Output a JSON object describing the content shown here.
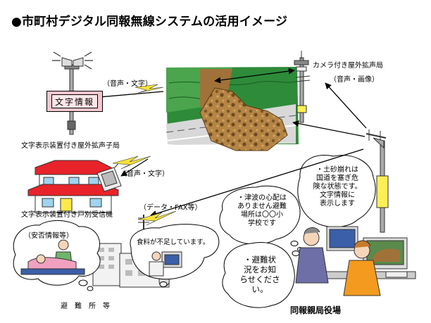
{
  "title": "●市町村デジタル同報無線システムの活用イメージ",
  "labels": {
    "sign_text": "文字情報",
    "voice_text_1": "（音声・文字）",
    "outdoor_sign_station": "文字表示装置付き屋外拡声子局",
    "voice_text_2": "（音声・文字）",
    "household_receiver": "文字表示装置付き戸別受信機",
    "data_fax": "（データ・FAX等）",
    "camera_station": "カメラ付き屋外拡声局",
    "voice_image": "（音声・画像）",
    "shelter": "避　難　所　等",
    "shelter_safety": "（安否情報等）",
    "city_hall": "同報親局役場"
  },
  "bubbles": {
    "food": "食料が不足しています。",
    "tsunami": "・津波の心配は\nありません避難\n場所は〇〇小\n学校です",
    "landslide": "・土砂崩れは\n国道を塞ぎ危\n険な状態です。\n文字情報に\n表示します",
    "evac": "・避難状\n況をお知\nらせくださ\nい。"
  },
  "colors": {
    "house_roof": "#e8232a",
    "house_wall": "#ffffff",
    "house_door": "#ffe94a",
    "sign_pink": "#f7c7cf",
    "pole_yellow": "#ffee55",
    "grass_green": "#2e8b3a",
    "rock_brown": "#a0723a",
    "shirt_orange": "#f39a1f",
    "monitor_blue": "#3b5fa8"
  }
}
